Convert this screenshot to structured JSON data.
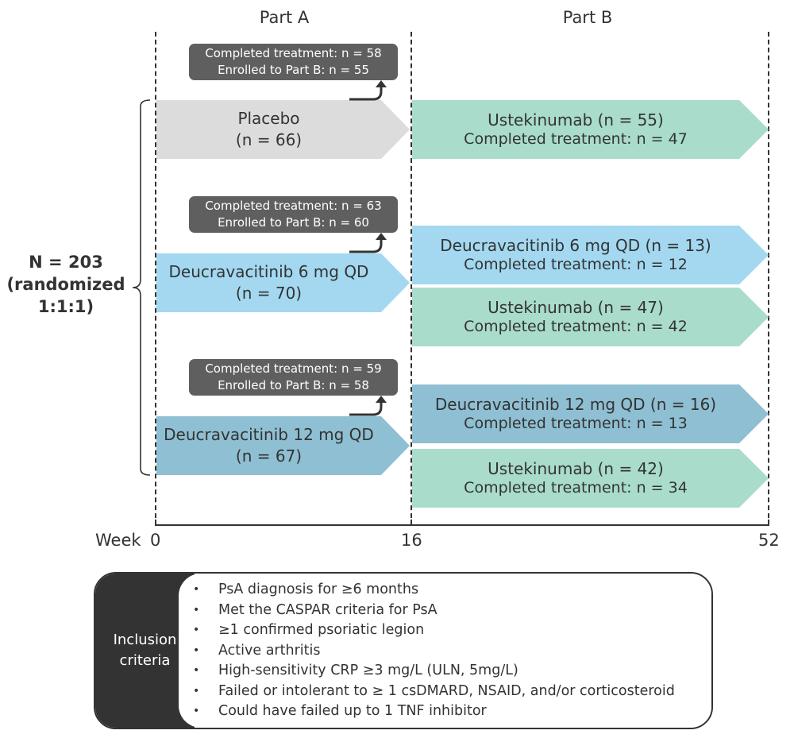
{
  "parts": {
    "a_label": "Part A",
    "b_label": "Part B"
  },
  "total": {
    "line1": "N = 203",
    "line2": "(randomized",
    "line3": "1:1:1)"
  },
  "axis": {
    "label": "Week",
    "ticks": [
      "0",
      "16",
      "52"
    ]
  },
  "colors": {
    "placebo": "#dcdcdc",
    "deuc6": "#a3d8f0",
    "deuc12": "#8fbfd2",
    "ustek": "#a9dccb",
    "callout": "#5f5f5f",
    "line": "#333333"
  },
  "part_a": [
    {
      "arm": "Placebo",
      "n": "(n = 66)",
      "callout": {
        "completed": "Completed treatment: n = 58",
        "enrolled": "Enrolled to Part B: n = 55"
      }
    },
    {
      "arm": "Deucravacitinib 6 mg QD",
      "n": "(n = 70)",
      "callout": {
        "completed": "Completed treatment: n = 63",
        "enrolled": "Enrolled to Part B: n = 60"
      }
    },
    {
      "arm": "Deucravacitinib 12 mg QD",
      "n": "(n = 67)",
      "callout": {
        "completed": "Completed treatment: n = 59",
        "enrolled": "Enrolled to Part B: n = 58"
      }
    }
  ],
  "part_b": [
    {
      "arm": "Ustekinumab (n = 55)",
      "completed": "Completed treatment: n = 47"
    },
    {
      "arm": "Deucravacitinib 6 mg QD (n = 13)",
      "completed": "Completed treatment: n = 12"
    },
    {
      "arm": "Ustekinumab (n = 47)",
      "completed": "Completed treatment: n = 42"
    },
    {
      "arm": "Deucravacitinib 12 mg QD (n = 16)",
      "completed": "Completed treatment: n = 13"
    },
    {
      "arm": "Ustekinumab (n = 42)",
      "completed": "Completed treatment: n = 34"
    }
  ],
  "inclusion": {
    "title_line1": "Inclusion",
    "title_line2": "criteria",
    "items": [
      "PsA diagnosis for ≥6 months",
      "Met the CASPAR criteria for PsA",
      "≥1 confirmed psoriatic legion",
      "Active arthritis",
      "High-sensitivity CRP ≥3 mg/L (ULN, 5mg/L)",
      "Failed or intolerant to ≥ 1 csDMARD, NSAID, and/or corticosteroid",
      "Could have failed up to 1 TNF inhibitor"
    ]
  }
}
